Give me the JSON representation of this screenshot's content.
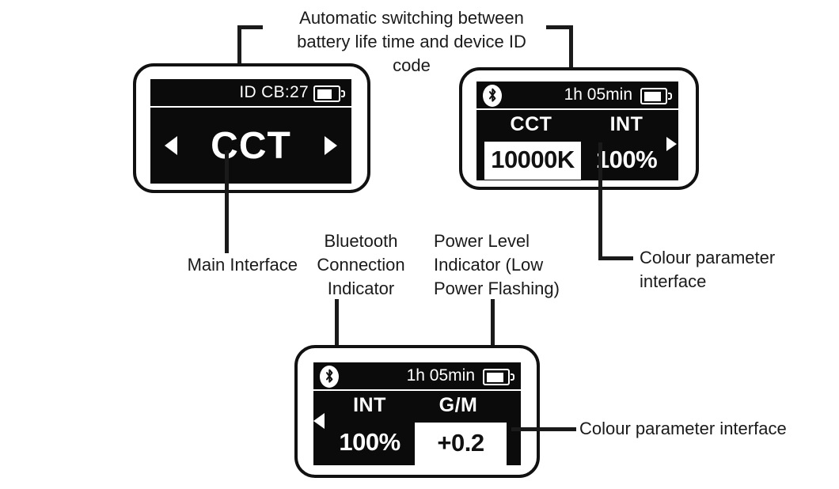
{
  "annotations": {
    "top_note": "Automatic switching between\nbattery life time and device ID\ncode",
    "main_interface": "Main Interface",
    "bluetooth_indicator": "Bluetooth\nConnection\nIndicator",
    "power_indicator": "Power Level\nIndicator (Low\nPower Flashing)",
    "colour_param_right": "Colour parameter\ninterface",
    "colour_param_bottom": "Colour parameter interface"
  },
  "panels": {
    "main": {
      "status": {
        "id_text": "ID CB:27",
        "battery_icon": "battery-icon",
        "battery_level": 65
      },
      "mode_label": "CCT",
      "arrow_left": "arrow-left-icon",
      "arrow_right": "arrow-right-icon"
    },
    "colour_cct": {
      "status": {
        "bluetooth_icon": "bluetooth-icon",
        "time_text": "1h 05min",
        "battery_icon": "battery-icon",
        "battery_level": 72
      },
      "params": [
        {
          "name": "CCT",
          "value": "10000K",
          "selected": true
        },
        {
          "name": "INT",
          "value": "100%",
          "selected": false
        }
      ],
      "arrow_right": "arrow-right-icon"
    },
    "colour_gm": {
      "status": {
        "bluetooth_icon": "bluetooth-icon",
        "time_text": "1h 05min",
        "battery_icon": "battery-icon",
        "battery_level": 72
      },
      "params": [
        {
          "name": "INT",
          "value": "100%",
          "selected": false
        },
        {
          "name": "G/M",
          "value": "+0.2",
          "selected": true
        }
      ],
      "arrow_left": "arrow-left-icon"
    }
  },
  "colors": {
    "screen_bg": "#0b0b0b",
    "screen_fg": "#ffffff",
    "line": "#1a1a1a",
    "page_bg": "#ffffff"
  }
}
